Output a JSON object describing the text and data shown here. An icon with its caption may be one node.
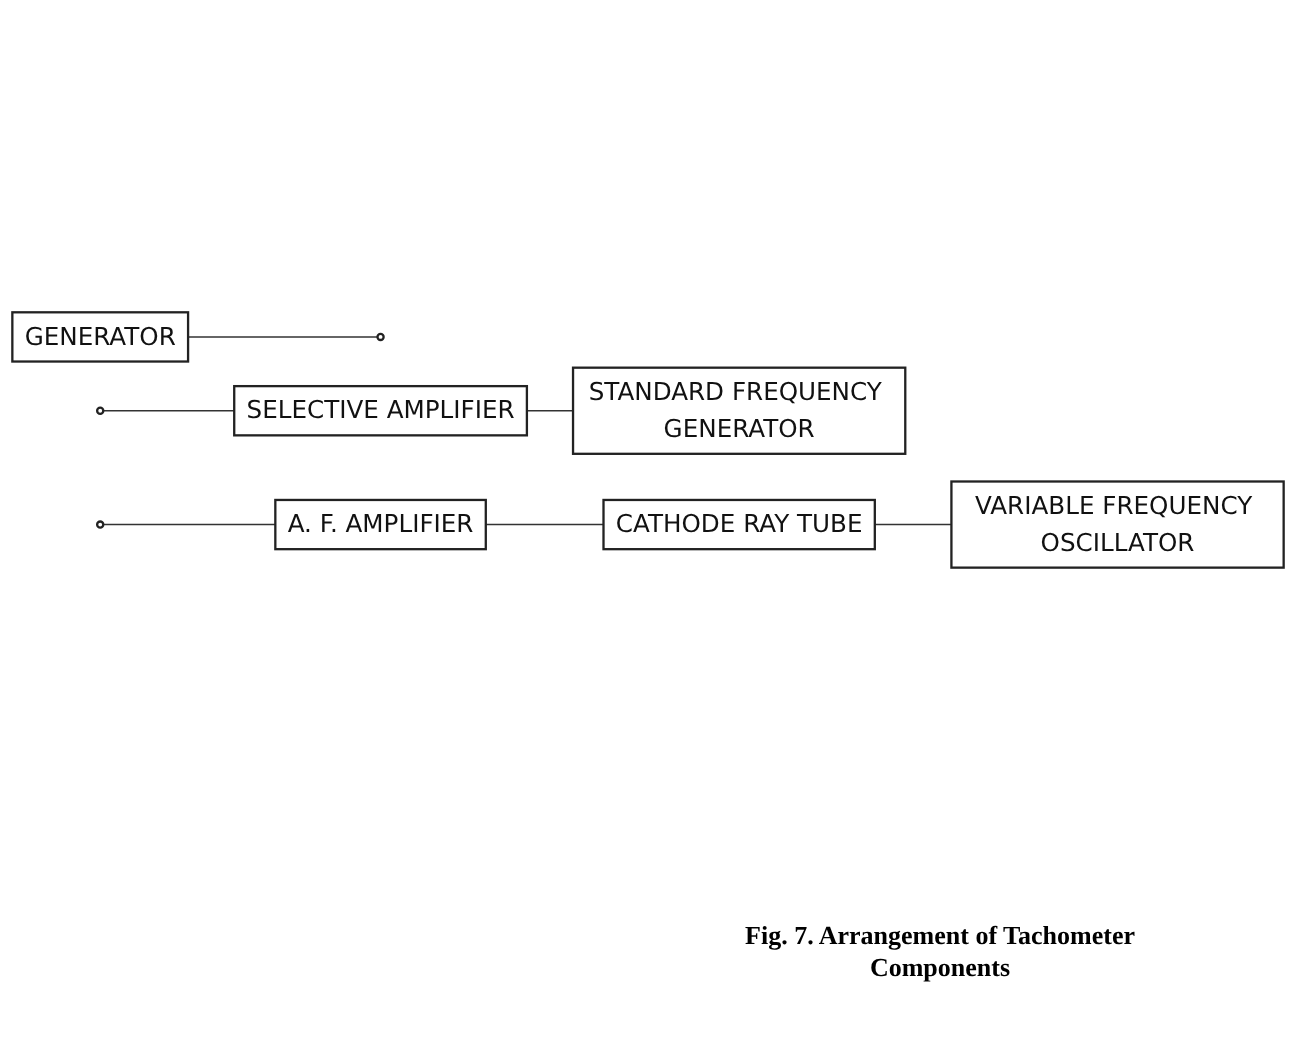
{
  "diagram": {
    "caption": "Fig. 7. Arrangement of Tachometer Components",
    "nodes": [
      {
        "text": [
          "GENERATOR"
        ]
      },
      {
        "text": [],
        "shape": "circle"
      },
      {
        "text": [],
        "shape": "circle"
      },
      {
        "text": [
          "SELECTIVE AMPLIFIER"
        ]
      },
      {
        "text": [
          "STANDARD FREQUENCY GENERATOR"
        ]
      },
      {
        "text": [],
        "shape": "circle"
      },
      {
        "text": [
          "A. F. AMPLIFIER"
        ]
      },
      {
        "text": [
          "CATHODE RAY TUBE"
        ]
      },
      {
        "text": [
          "VARIABLE FREQUENCY OSCILLATOR"
        ]
      }
    ],
    "edges": [
      {
        "from": 0,
        "to": 1,
        "arrow": "none"
      },
      {
        "from": 2,
        "to": 3,
        "arrow": "none"
      },
      {
        "from": 3,
        "to": 4,
        "arrow": "none"
      },
      {
        "from": 5,
        "to": 6,
        "arrow": "none"
      },
      {
        "from": 6,
        "to": 7,
        "arrow": "none"
      },
      {
        "from": 7,
        "to": 8,
        "arrow": "none"
      }
    ]
  }
}
